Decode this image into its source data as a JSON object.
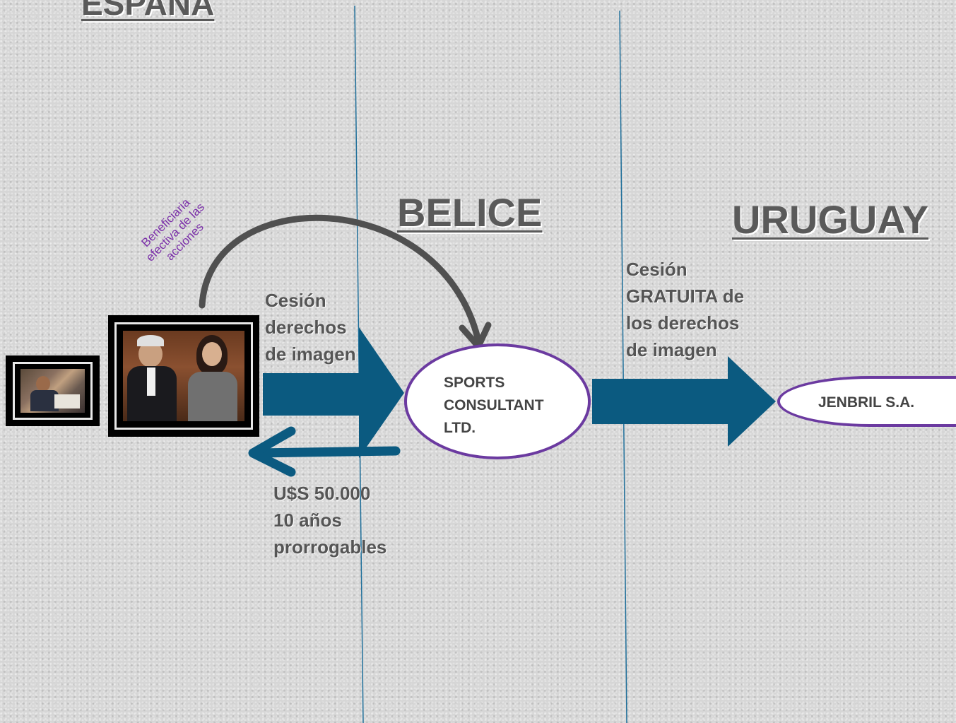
{
  "headings": {
    "spain": "ESPAÑA",
    "belice": "BELICE",
    "uruguay": "URUGUAY"
  },
  "beneficiary_label": [
    "Beneficiaria",
    "efectiva de las",
    "acciones"
  ],
  "cesion_derechos": [
    "Cesión",
    "derechos",
    "de imagen"
  ],
  "payment_label": [
    "U$S 50.000",
    "10 años",
    "prorrogables"
  ],
  "cesion_gratuita": [
    "Cesión",
    "GRATUITA de",
    "los derechos",
    "de imagen"
  ],
  "entities": {
    "sports_consultant": [
      "SPORTS",
      "CONSULTANT",
      "LTD."
    ],
    "jenbril": "JENBRIL S.A."
  },
  "colors": {
    "arrow_blue": "#0b5a80",
    "ellipse_border": "#6b3aa0",
    "divider": "#1f6f9a",
    "curve_arrow": "#505050",
    "beneficiary_text": "#7a2fa8"
  }
}
